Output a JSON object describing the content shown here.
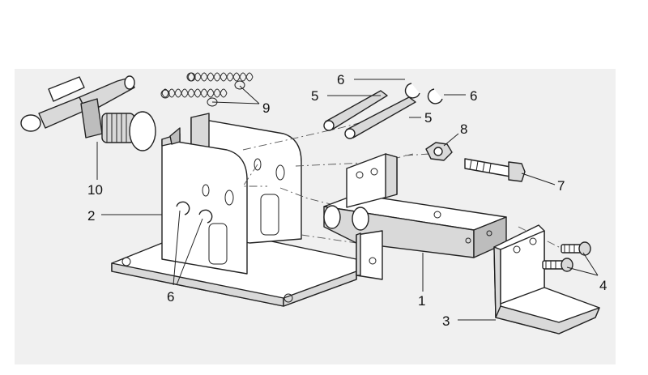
{
  "callouts": {
    "c1": "1",
    "c2": "2",
    "c3": "3",
    "c4": "4",
    "c5a": "5",
    "c5b": "5",
    "c6a": "6",
    "c6b": "6",
    "c6c": "6",
    "c7": "7",
    "c8": "8",
    "c9": "9",
    "c10": "10"
  }
}
